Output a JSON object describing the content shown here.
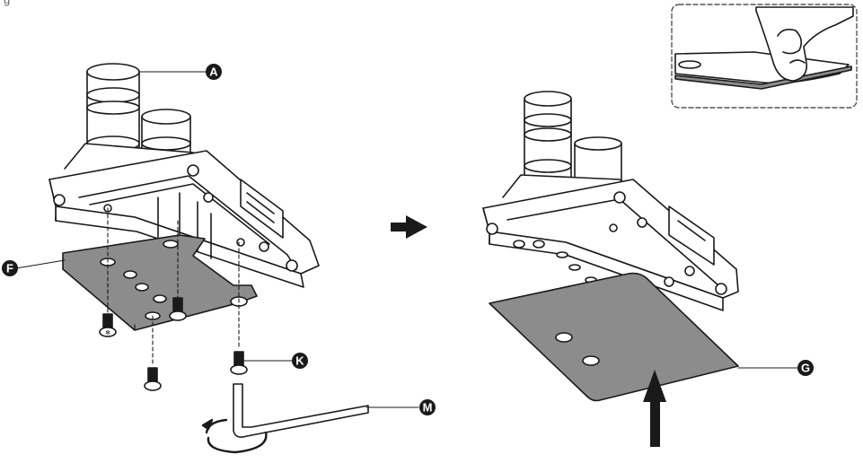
{
  "header_fragment": "g",
  "colors": {
    "line": "#1a1a1a",
    "plate_fill": "#8c8c8c",
    "block_fill": "#ffffff",
    "callout_fill": "#1a1a1a",
    "inset_border": "#555555",
    "arrow": "#1a1a1a"
  },
  "callouts": {
    "a": "A",
    "f": "F",
    "k": "K",
    "m": "M",
    "g": "G"
  },
  "icons": [
    "right-arrow-icon",
    "up-arrow-icon",
    "rotate-icon"
  ]
}
